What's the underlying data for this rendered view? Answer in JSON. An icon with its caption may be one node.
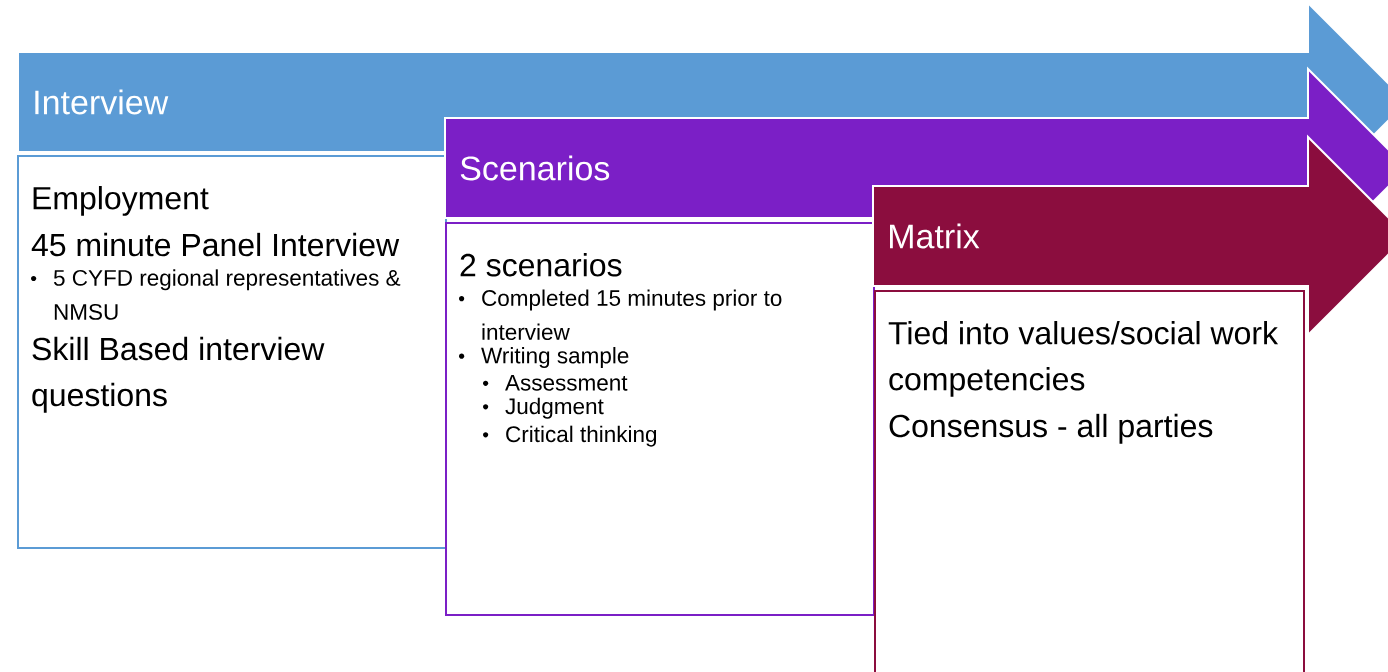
{
  "diagram": {
    "nodes": [
      {
        "text": [
          "Interview"
        ]
      },
      {
        "text": [
          "Employment",
          "45 minute Panel Interview",
          "5 CYFD regional representatives & NMSU",
          "Skill Based interview questions"
        ]
      },
      {
        "text": [
          "Scenarios"
        ]
      },
      {
        "text": [
          "2 scenarios",
          "Completed 15 minutes prior to interview",
          "Writing sample",
          "Assessment",
          "Judgment",
          "Critical thinking"
        ]
      },
      {
        "text": [
          "Matrix"
        ]
      },
      {
        "text": [
          "Tied into values/social work competencies",
          "Consensus - all parties"
        ]
      }
    ]
  }
}
